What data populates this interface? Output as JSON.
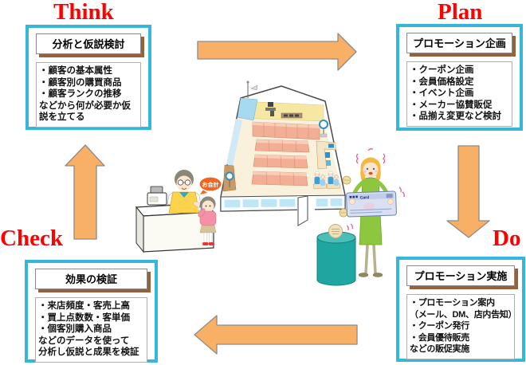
{
  "colors": {
    "box_border": "#35B7D9",
    "header_shadow": "#96613B",
    "arrow_fill": "#F8B066",
    "arrow_stroke": "#8C8C8C",
    "title_red": "#FF0000"
  },
  "cycle": {
    "think": {
      "title": "Think",
      "header": "分析と仮説検討",
      "lines": [
        "・顧客の基本属性",
        "・顧客別の購買商品",
        "・顧客ランクの推移",
        "などから何が必要か仮",
        "説を立てる"
      ]
    },
    "plan": {
      "title": "Plan",
      "header": "プロモーション企画",
      "lines": [
        "・クーポン企画",
        "・会員価格設定",
        "・イベント企画",
        "・メーカー協賛販促",
        "・品揃え変更など検討"
      ]
    },
    "do": {
      "title": "Do",
      "header": "プロモーション実施",
      "lines": [
        "・プロモーション案内",
        "（メール、DM、店内告知）",
        "・クーポン発行",
        "・会員優待販売",
        "などの販促実施"
      ]
    },
    "check": {
      "title": "Check",
      "header": "効果の検証",
      "lines": [
        "・来店頻度・客売上高",
        "・買上点数数・客単価",
        "・個客別購入商品",
        "などのデータを使って",
        "分析し仮説と成果を検証"
      ]
    }
  },
  "illustration": {
    "checkout_bubble": "お会計",
    "card_label": "Card"
  }
}
